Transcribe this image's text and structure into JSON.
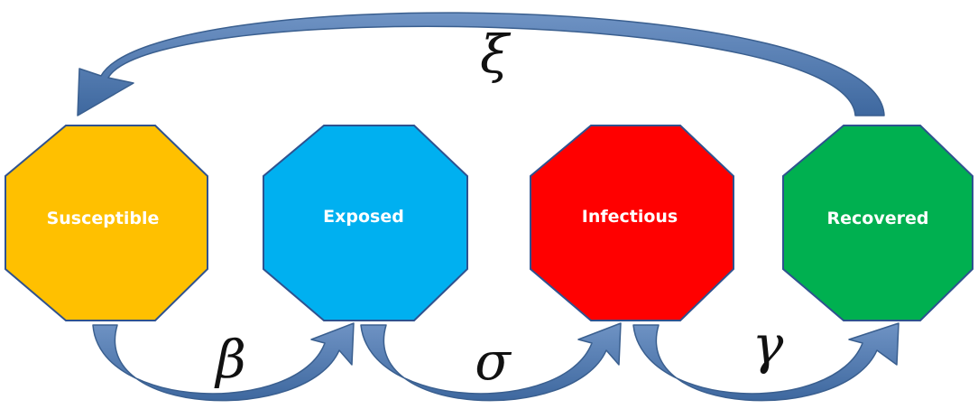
{
  "states": [
    {
      "id": "susceptible",
      "label": "Susceptible",
      "color": "#FFC000"
    },
    {
      "id": "exposed",
      "label": "Exposed",
      "color": "#00B0F0"
    },
    {
      "id": "infectious",
      "label": "Infectious",
      "color": "#FF0000"
    },
    {
      "id": "recovered",
      "label": "Recovered",
      "color": "#00B050"
    }
  ],
  "transitions": [
    {
      "id": "beta",
      "from": "Susceptible",
      "to": "Exposed",
      "label": "β"
    },
    {
      "id": "sigma",
      "from": "Exposed",
      "to": "Infectious",
      "label": "σ"
    },
    {
      "id": "gamma",
      "from": "Infectious",
      "to": "Recovered",
      "label": "γ"
    },
    {
      "id": "xi",
      "from": "Recovered",
      "to": "Susceptible",
      "label": "ξ"
    }
  ],
  "colors": {
    "arrow_fill": "#4A74AC",
    "arrow_stroke": "#3A5F8F",
    "node_border": "#2F528F"
  }
}
